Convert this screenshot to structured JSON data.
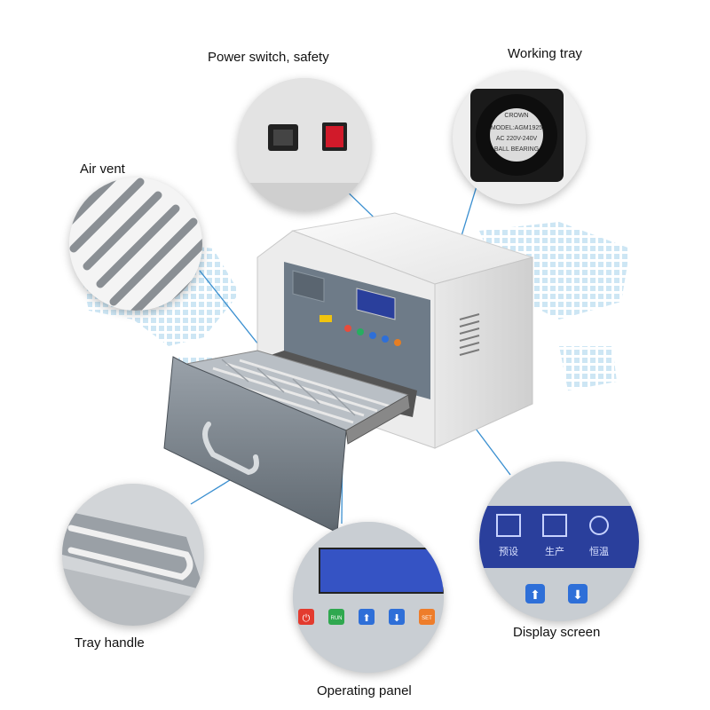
{
  "labels": {
    "power_switch": "Power switch, safety",
    "working_tray": "Working tray",
    "air_vent": "Air vent",
    "tray_handle": "Tray handle",
    "operating_panel": "Operating panel",
    "display_screen": "Display screen"
  },
  "fan_label": {
    "brand": "CROWN",
    "model": "MODEL:AGM1925",
    "line1": "AC 220V-240V",
    "line2": "BALL BEARING"
  },
  "display_panel": {
    "preset": "预设",
    "production": "生产",
    "constant_temp": "恒温"
  },
  "operating_buttons": {
    "run": "RUN",
    "set": "SET"
  },
  "colors": {
    "pointer_line": "#3a8fd0",
    "panel_gray": "#6e7b88",
    "lcd_blue": "#2a3f9c",
    "map_dots": "#cde6f4"
  }
}
